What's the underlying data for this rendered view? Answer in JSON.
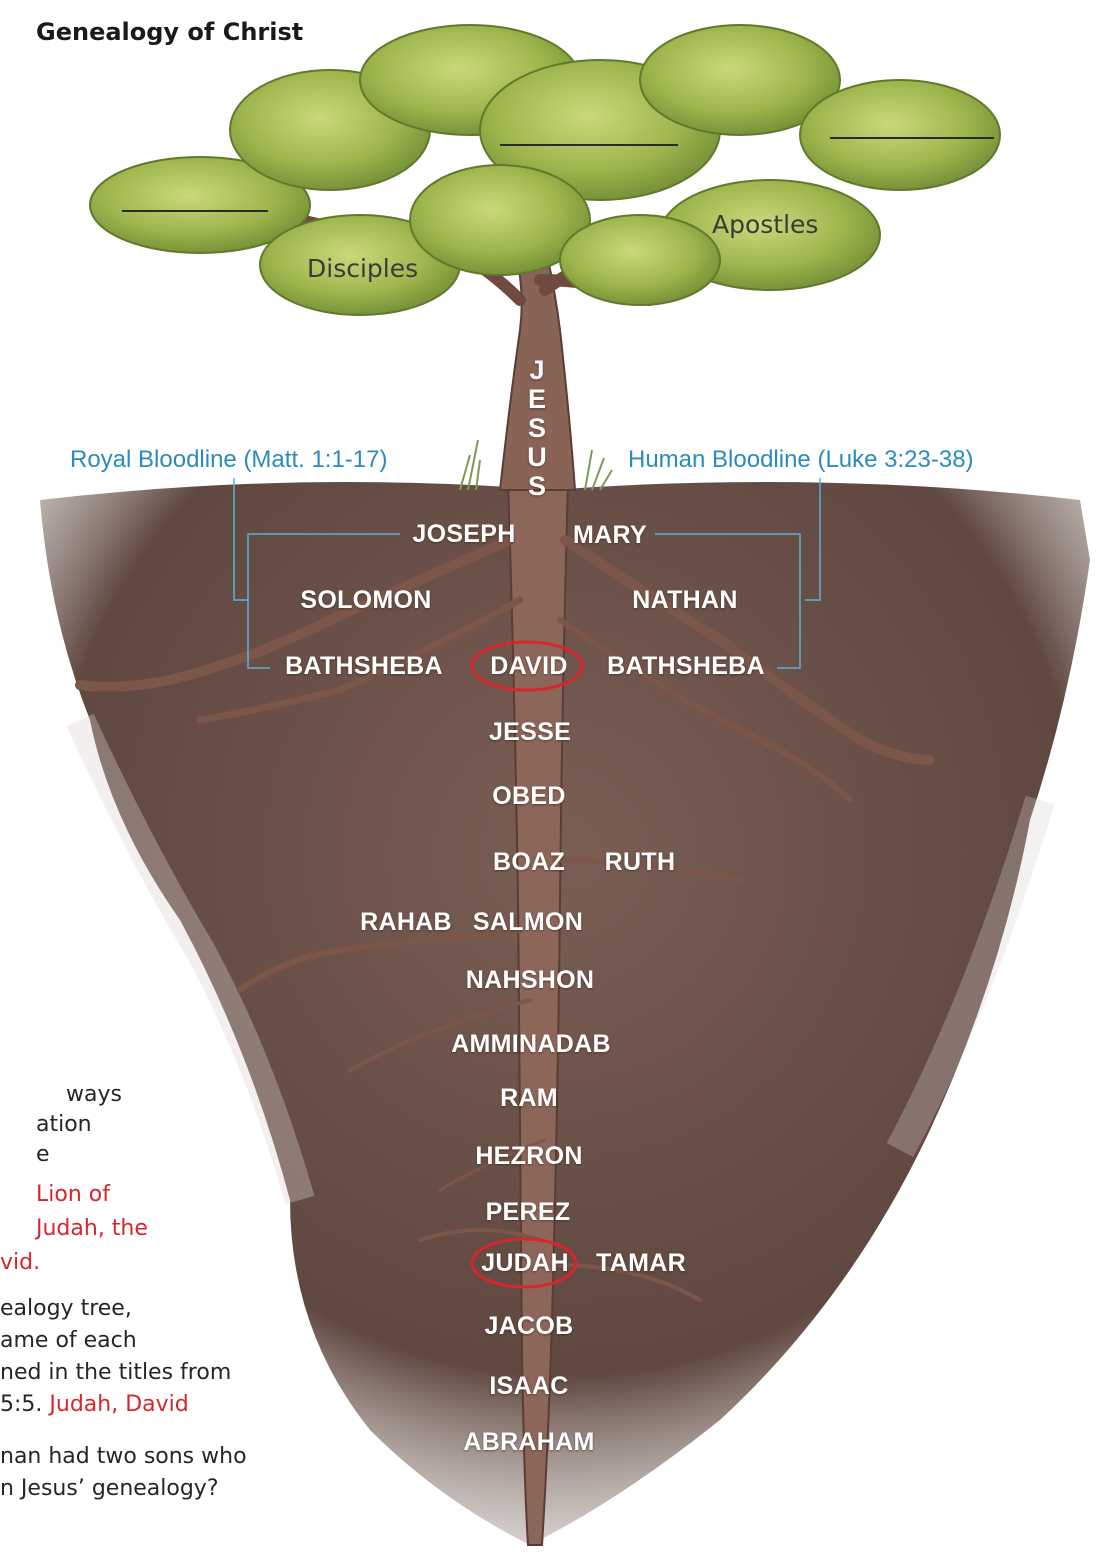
{
  "title": "Genealogy of Christ",
  "canopy": {
    "disciples": "Disciples",
    "apostles": "Apostles"
  },
  "bloodlines": {
    "royal": "Royal Bloodline (Matt. 1:1-17)",
    "human": "Human Bloodline (Luke 3:23-38)"
  },
  "jesus_letters": [
    "J",
    "E",
    "S",
    "U",
    "S"
  ],
  "names": {
    "joseph": "JOSEPH",
    "mary": "MARY",
    "solomon": "SOLOMON",
    "nathan": "NATHAN",
    "bathsheba_left": "BATHSHEBA",
    "david": "DAVID",
    "bathsheba_right": "BATHSHEBA",
    "jesse": "JESSE",
    "obed": "OBED",
    "boaz": "BOAZ",
    "ruth": "RUTH",
    "rahab": "RAHAB",
    "salmon": "SALMON",
    "nahshon": "NAHSHON",
    "amminadab": "AMMINADAB",
    "ram": "RAM",
    "hezron": "HEZRON",
    "perez": "PEREZ",
    "judah": "JUDAH",
    "tamar": "TAMAR",
    "jacob": "JACOB",
    "isaac": "ISAAC",
    "abraham": "ABRAHAM"
  },
  "side_text": {
    "line1": "ways",
    "line2": "ation",
    "line3": "e",
    "red1": "Lion of",
    "red2": "Judah, the",
    "red3": "vid.",
    "q1_line1": "ealogy tree,",
    "q1_line2": "ame of each",
    "q1_line3": "ned in the titles from",
    "q1_line4": "5:5.",
    "q1_answer": "Judah, David",
    "q2_line1": "nan had two sons who",
    "q2_line2": "n Jesus’ genealogy?"
  },
  "colors": {
    "soil": "#6b5249",
    "trunk": "#8a6357",
    "foliage": "#a9c25a",
    "bloodline": "#2b8bbf",
    "highlight": "#d8262c"
  }
}
